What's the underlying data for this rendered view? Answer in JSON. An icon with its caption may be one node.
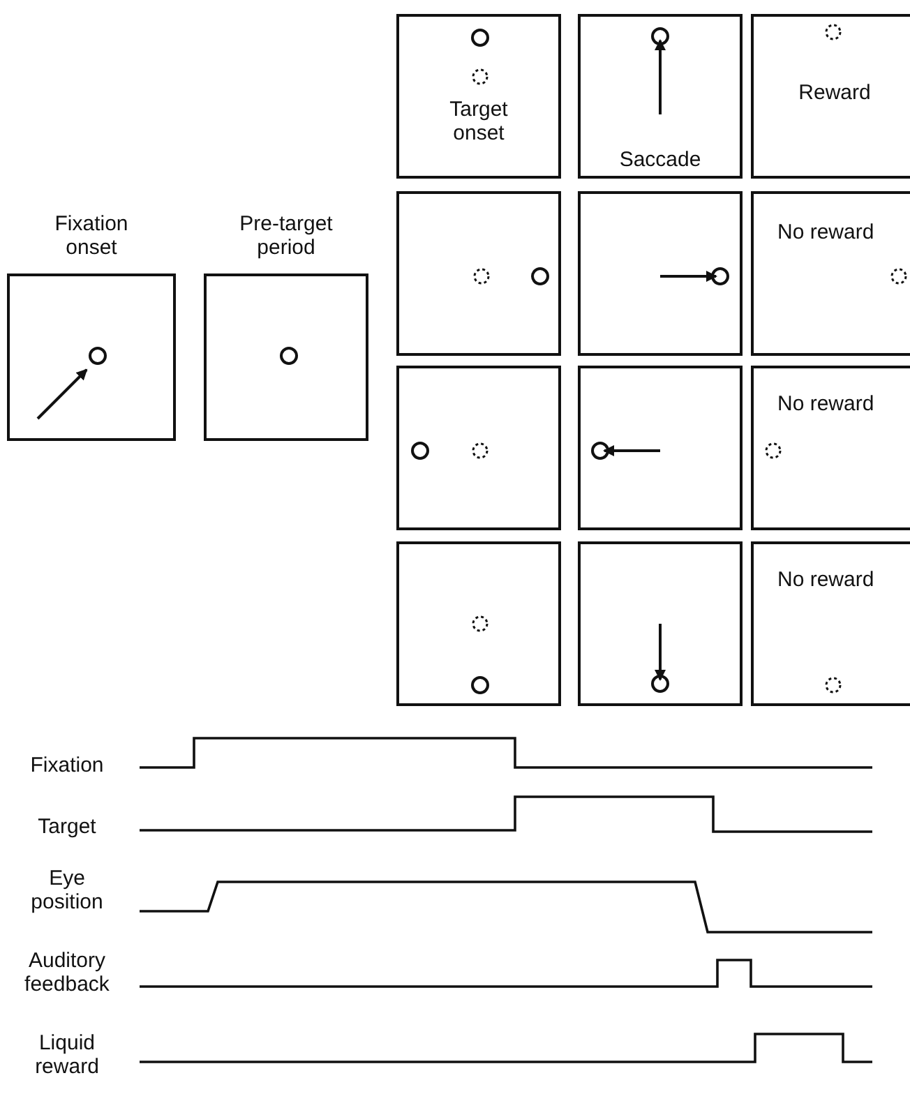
{
  "diagram": {
    "nodes": [
      {
        "text": [
          "Fixation onset"
        ]
      },
      {
        "text": [
          "Pre-target period"
        ]
      },
      {
        "text": [
          "Target onset"
        ]
      },
      {
        "text": [
          "Saccade"
        ]
      },
      {
        "text": [
          "Reward"
        ]
      },
      {
        "text": [],
        "shape": "box"
      },
      {
        "text": [],
        "shape": "box"
      },
      {
        "text": [
          "No reward"
        ]
      },
      {
        "text": [],
        "shape": "box"
      },
      {
        "text": [],
        "shape": "box"
      },
      {
        "text": [
          "No reward"
        ]
      },
      {
        "text": [],
        "shape": "box"
      },
      {
        "text": [],
        "shape": "box"
      },
      {
        "text": [
          "No reward"
        ]
      }
    ],
    "labels": [
      "Fixation",
      "Target",
      "Eye position",
      "Auditory feedback",
      "Liquid reward"
    ]
  }
}
